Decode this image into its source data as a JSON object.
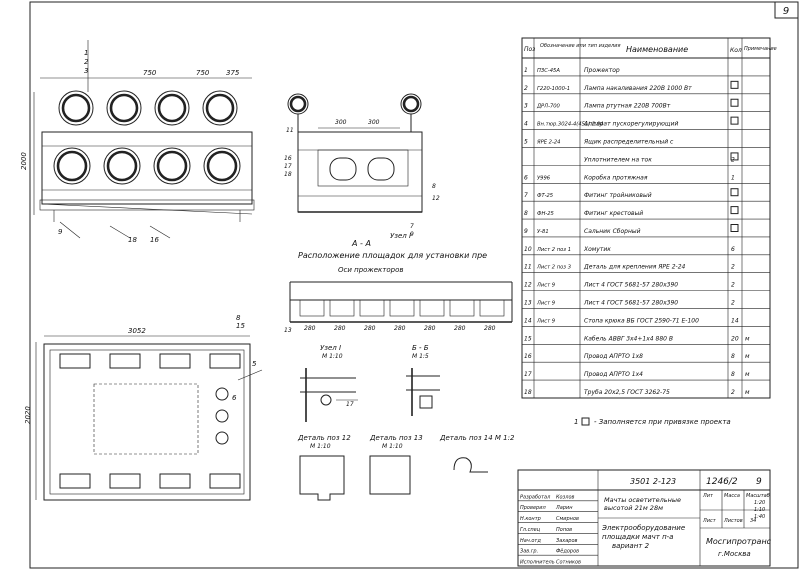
{
  "sheet_number": "9",
  "table": {
    "headers": {
      "pos": "Поз",
      "designation": "Обозначение или тип изделия",
      "name": "Наименование",
      "qty": "Кол",
      "note": "Примечание"
    },
    "rows": [
      {
        "pos": "1",
        "designation": "ПЗС-45А",
        "name": "Прожектор",
        "qty": "",
        "unit": "",
        "box": false
      },
      {
        "pos": "2",
        "designation": "Г220-1000-1",
        "name": "Лампа накаливания 220В 1000 Вт",
        "qty": "",
        "unit": "",
        "box": true
      },
      {
        "pos": "3",
        "designation": "ДРЛ-700",
        "name": "Лампа ртутная 220В 700Вт",
        "qty": "",
        "unit": "",
        "box": true
      },
      {
        "pos": "4",
        "designation": "Вн.тюр.3024-4(451).2.04",
        "name": "Аппарат пускорегулирующий",
        "qty": "",
        "unit": "",
        "box": true
      },
      {
        "pos": "5",
        "designation": "ЯРЕ 2-24",
        "name": "Ящик распределительный с",
        "qty": "",
        "unit": "",
        "box": false
      },
      {
        "pos": "",
        "designation": "",
        "name": "Уплотнителем на ток",
        "qty": "2",
        "unit": "",
        "box": true
      },
      {
        "pos": "6",
        "designation": "У996",
        "name": "Коробка протяжная",
        "qty": "1",
        "unit": "",
        "box": false
      },
      {
        "pos": "7",
        "designation": "ФТ-25",
        "name": "Фитинг тройниковый",
        "qty": "",
        "unit": "",
        "box": true
      },
      {
        "pos": "8",
        "designation": "ФН-25",
        "name": "Фитинг крестовый",
        "qty": "",
        "unit": "",
        "box": true
      },
      {
        "pos": "9",
        "designation": "У-81",
        "name": "Сальник Сборный",
        "qty": "",
        "unit": "",
        "box": true
      },
      {
        "pos": "10",
        "designation": "Лист 2 поз 1",
        "name": "Хомутик",
        "qty": "6",
        "unit": "",
        "box": false
      },
      {
        "pos": "11",
        "designation": "Лист 2 поз 3",
        "name": "Деталь для крепления ЯРЕ 2-24",
        "qty": "2",
        "unit": "",
        "box": false
      },
      {
        "pos": "12",
        "designation": "Лист 9",
        "name": "Лист 4 ГОСТ 5681-57 280х390",
        "qty": "2",
        "unit": "",
        "box": false
      },
      {
        "pos": "13",
        "designation": "Лист 9",
        "name": "Лист 4 ГОСТ 5681-57 280х390",
        "qty": "2",
        "unit": "",
        "box": false
      },
      {
        "pos": "14",
        "designation": "Лист 9",
        "name": "Стопа крюка ВБ ГОСТ 2590-71 Е-100",
        "qty": "14",
        "unit": "",
        "box": false
      },
      {
        "pos": "15",
        "designation": "",
        "name": "Кабель АВВГ 3х4+1х4 880 В",
        "qty": "20",
        "unit": "м",
        "box": false
      },
      {
        "pos": "16",
        "designation": "",
        "name": "Провод АПРТО 1х8",
        "qty": "8",
        "unit": "м",
        "box": false
      },
      {
        "pos": "17",
        "designation": "",
        "name": "Провод АПРТО 1х4",
        "qty": "8",
        "unit": "м",
        "box": false
      },
      {
        "pos": "18",
        "designation": "",
        "name": "Труба 20х2,5 ГОСТ 3262-75",
        "qty": "2",
        "unit": "м",
        "box": false
      }
    ]
  },
  "note_text": "- Заполняется при привязке проекта",
  "note_prefix": "1",
  "views": {
    "section_aa": "А - А",
    "layout_caption": "Расположение площадок для установки пре",
    "projector_axes": "Оси прожекторов",
    "node_label": "Узел I",
    "node_scale": "М 1:10",
    "section_bb": "Б - Б",
    "section_bb_scale": "М 1:5",
    "detail12": "Деталь поз 12",
    "detail12_scale": "М 1:10",
    "detail13": "Деталь поз 13",
    "detail13_scale": "М 1:10",
    "detail14": "Деталь поз 14 М 1:2",
    "node_ref": "Узел I"
  },
  "dims": {
    "d750a": "750",
    "d750b": "750",
    "d375": "375",
    "d300a": "300",
    "d300b": "300",
    "d280": [
      "280",
      "280",
      "280",
      "280",
      "280",
      "280",
      "280"
    ],
    "d3052": "3052",
    "d2000": "2000",
    "d2020": "2020"
  },
  "title_block": {
    "code": "3501 2-123",
    "sheet_code": "1246/2",
    "sheet": "9",
    "desc1": "Мачты осветительные",
    "desc2": "высотой 21м 28м",
    "title1": "Электрооборудование",
    "title2": "площадки мачт п-а",
    "title3": "вариант 2",
    "org1": "Мосгипротранс",
    "org2": "г.Москва",
    "lit": "Лит",
    "mass": "Масса",
    "scale_label": "Масштаб",
    "scales": [
      "1:20",
      "1:10",
      "1:40"
    ],
    "sheet_label": "Лист",
    "sheets_label": "Листов",
    "sheets_total": "34",
    "roles": [
      "Разработал",
      "Проверил",
      "Н.контр",
      "Гл.спец",
      "Нач.отд",
      "Зав.гр.",
      "Исполнитель"
    ],
    "names": [
      "Козлов",
      "Ларин",
      "Смирнов",
      "Попов",
      "Захаров",
      "Фёдоров",
      "Сотников"
    ]
  }
}
